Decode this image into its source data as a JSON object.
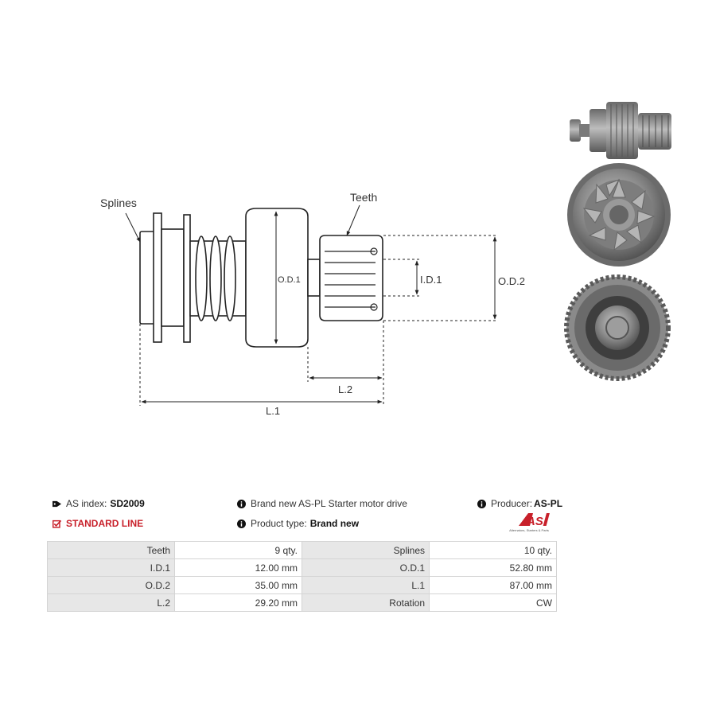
{
  "diagram": {
    "labels": {
      "splines": "Splines",
      "teeth": "Teeth",
      "od1": "O.D.1",
      "id1": "I.D.1",
      "od2": "O.D.2",
      "l1": "L.1",
      "l2": "L.2"
    }
  },
  "info": {
    "as_index_label": "AS index:",
    "as_index_value": "SD2009",
    "description": "Brand new AS-PL Starter motor drive",
    "producer_label": "Producer:",
    "producer_value": "AS-PL",
    "line": "STANDARD LINE",
    "product_type_label": "Product type:",
    "product_type_value": "Brand new",
    "logo_text": "AS",
    "logo_subtext": "Alternators, Starters & Parts"
  },
  "specs": [
    {
      "k1": "Teeth",
      "v1": "9 qty.",
      "k2": "Splines",
      "v2": "10 qty."
    },
    {
      "k1": "I.D.1",
      "v1": "12.00 mm",
      "k2": "O.D.1",
      "v2": "52.80 mm"
    },
    {
      "k1": "O.D.2",
      "v1": "35.00 mm",
      "k2": "L.1",
      "v2": "87.00 mm"
    },
    {
      "k1": "L.2",
      "v1": "29.20 mm",
      "k2": "Rotation",
      "v2": "CW"
    }
  ],
  "colors": {
    "accent_red": "#c8202a",
    "table_key_bg": "#e7e7e7",
    "metal_dark": "#5a5a5a",
    "metal_light": "#a8a8a8"
  }
}
